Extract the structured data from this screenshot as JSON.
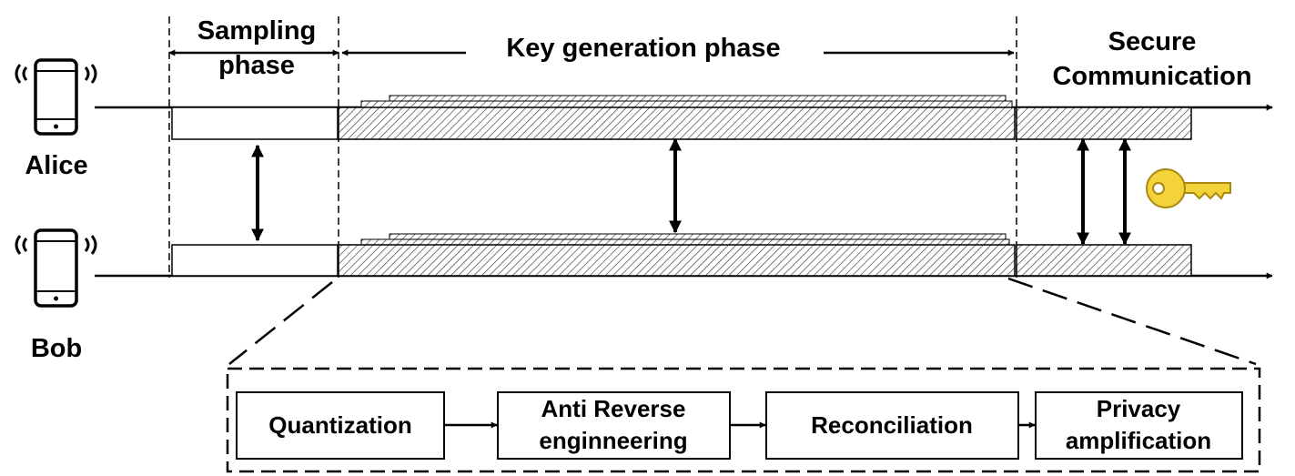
{
  "phases": {
    "sampling": [
      "Sampling",
      "phase"
    ],
    "key_generation": "Key generation phase",
    "secure": [
      "Secure",
      "Communication"
    ]
  },
  "parties": {
    "alice": "Alice",
    "bob": "Bob"
  },
  "pipeline": {
    "quantization": "Quantization",
    "anti_reverse": [
      "Anti Reverse",
      "enginneering"
    ],
    "reconciliation": "Reconciliation",
    "privacy": [
      "Privacy",
      "amplification"
    ]
  },
  "icons": {
    "phone": "smartphone-icon",
    "key": "key-icon"
  },
  "colors": {
    "key_fill": "#f3d23a",
    "key_stroke": "#a88a10",
    "line": "#000000"
  }
}
